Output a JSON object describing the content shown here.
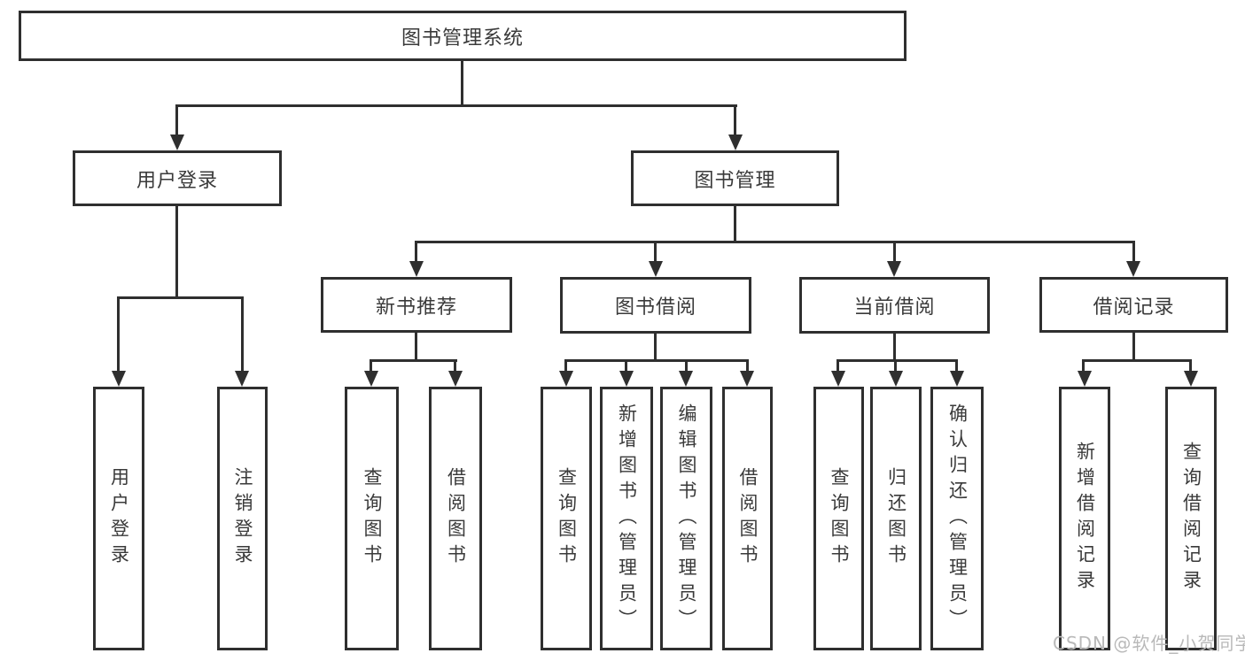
{
  "diagram": {
    "type": "hierarchy-tree",
    "root": {
      "label": "图书管理系统",
      "children": [
        {
          "label": "用户登录",
          "children": [
            {
              "label": "用户登录"
            },
            {
              "label": "注销登录"
            }
          ]
        },
        {
          "label": "图书管理",
          "children": [
            {
              "label": "新书推荐",
              "children": [
                {
                  "label": "查询图书"
                },
                {
                  "label": "借阅图书"
                }
              ]
            },
            {
              "label": "图书借阅",
              "children": [
                {
                  "label": "查询图书"
                },
                {
                  "label": "新增图书（管理员）"
                },
                {
                  "label": "编辑图书（管理员）"
                },
                {
                  "label": "借阅图书"
                }
              ]
            },
            {
              "label": "当前借阅",
              "children": [
                {
                  "label": "查询图书"
                },
                {
                  "label": "归还图书"
                },
                {
                  "label": "确认归还（管理员）"
                }
              ]
            },
            {
              "label": "借阅记录",
              "children": [
                {
                  "label": "新增借阅记录"
                },
                {
                  "label": "查询借阅记录"
                }
              ]
            }
          ]
        }
      ]
    },
    "colors": {
      "line": "#2f2f2f",
      "text": "#3a3a3a",
      "background": "#ffffff",
      "watermark": "#b9b9b9"
    }
  },
  "watermark": "CSDN @软件_小贺同学"
}
